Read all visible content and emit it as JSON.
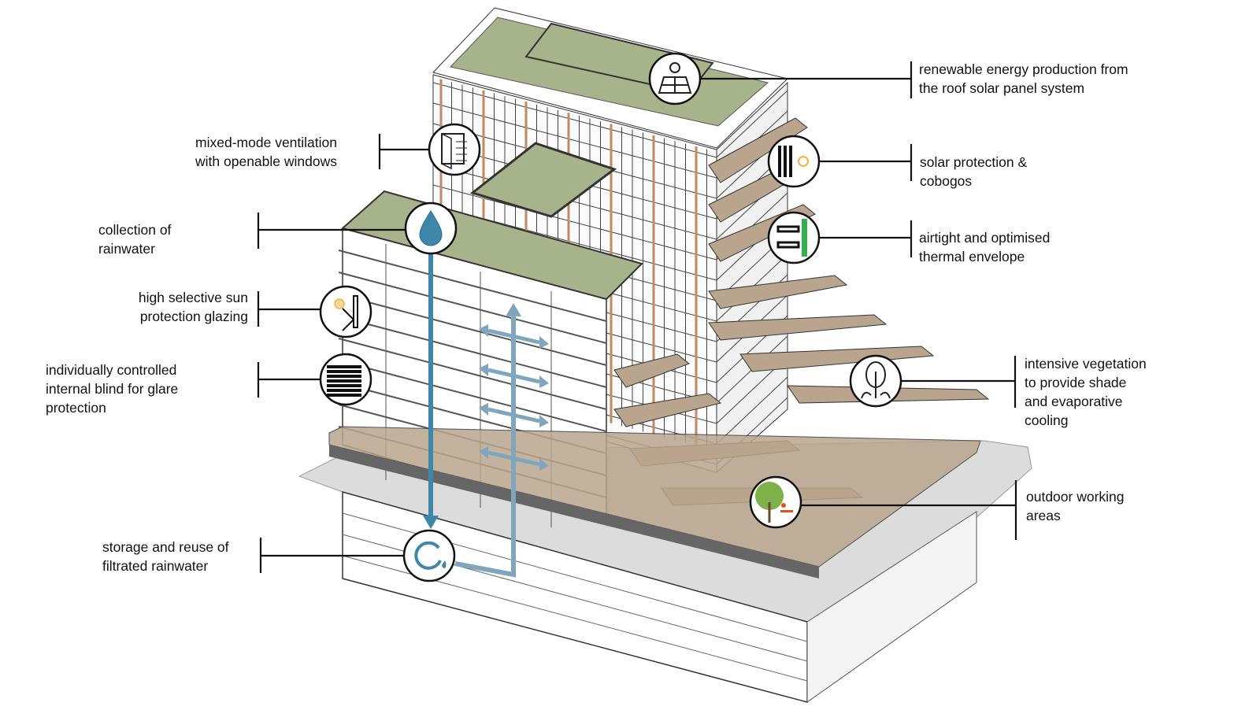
{
  "title": "Building sustainability strategies diagram",
  "colors": {
    "roof_green": "#a7b38a",
    "terrace": "#b9a58d",
    "water": "#3f86ab",
    "water_light": "#7fa6bd",
    "line": "#111111",
    "timber": "#c08a62",
    "plaza": "#dcdcdc",
    "leaf_green": "#2fb24c",
    "sun": "#f0b43c"
  },
  "callouts": [
    {
      "id": "solar-panels",
      "icon": "solar-panel-icon",
      "lines": [
        "renewable energy production from",
        "the roof solar panel system"
      ]
    },
    {
      "id": "ventilation",
      "icon": "openable-window-icon",
      "lines": [
        "mixed-mode ventilation",
        "with openable windows"
      ]
    },
    {
      "id": "cobogos",
      "icon": "sun-louvre-icon",
      "lines": [
        "solar protection &",
        "cobogos"
      ]
    },
    {
      "id": "rainwater-collection",
      "icon": "water-drop-icon",
      "lines": [
        "collection of",
        "rainwater"
      ]
    },
    {
      "id": "thermal-envelope",
      "icon": "wall-insulation-icon",
      "lines": [
        "airtight and optimised",
        "thermal envelope"
      ]
    },
    {
      "id": "glazing",
      "icon": "sun-glazing-icon",
      "lines": [
        "high selective sun",
        "protection glazing"
      ]
    },
    {
      "id": "blinds",
      "icon": "blind-icon",
      "lines": [
        "individually controlled",
        "internal blind for glare",
        "protection"
      ]
    },
    {
      "id": "vegetation",
      "icon": "tree-icon",
      "lines": [
        "intensive vegetation",
        "to provide shade",
        "and evaporative",
        "cooling"
      ]
    },
    {
      "id": "outdoor",
      "icon": "outdoor-seating-icon",
      "lines": [
        "outdoor working",
        "areas"
      ]
    },
    {
      "id": "rainwater-reuse",
      "icon": "recycle-water-icon",
      "lines": [
        "storage and reuse of",
        "filtrated rainwater"
      ]
    }
  ]
}
